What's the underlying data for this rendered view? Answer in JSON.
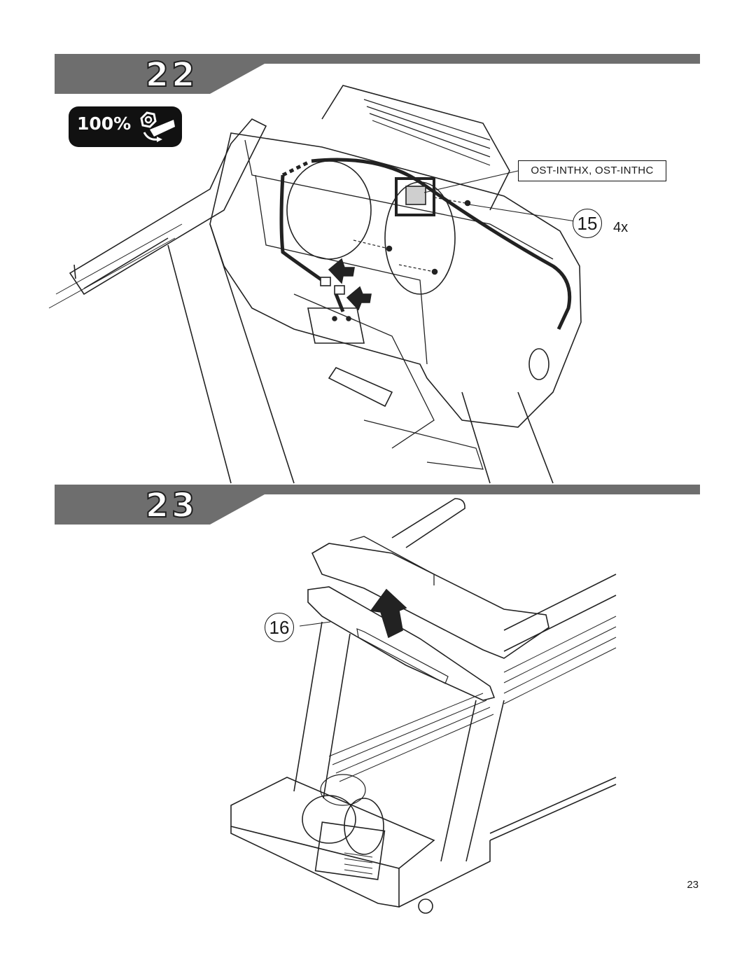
{
  "steps": [
    {
      "number": "22",
      "torque_badge": "100%",
      "icons": [
        "wrench-nut-icon"
      ],
      "parts_label": "OST-INTHX, OST-INTHC",
      "callouts": [
        {
          "label": "15",
          "quantity": "4x"
        }
      ],
      "illustration": "console-mast-wiring-illustration"
    },
    {
      "number": "23",
      "callouts": [
        {
          "label": "16"
        }
      ],
      "illustration": "console-cover-installation-illustration"
    }
  ],
  "page": {
    "number": "23"
  },
  "colors": {
    "banner": "#6e6e6e",
    "ink": "#111111",
    "badge": "#111111"
  }
}
